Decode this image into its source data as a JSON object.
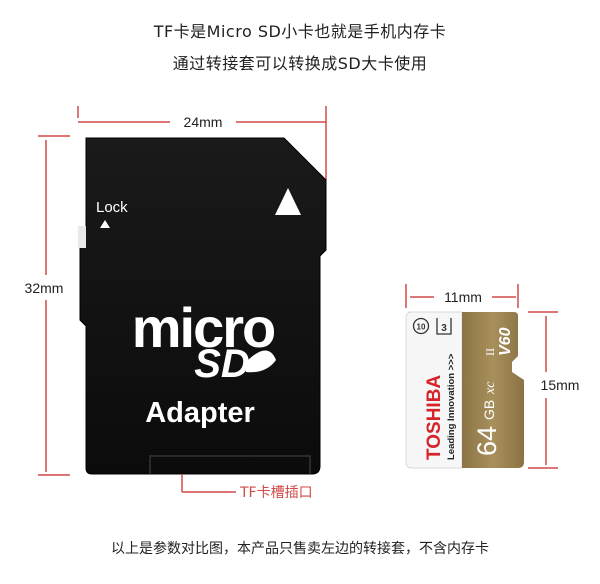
{
  "header": {
    "line1": "TF卡是Micro SD小卡也就是手机内存卡",
    "line2": "通过转接套可以转换成SD大卡使用"
  },
  "adapter": {
    "width_label": "24mm",
    "height_label": "32mm",
    "lock_label": "Lock",
    "logo_micro": "micro",
    "logo_sd": "SD",
    "adapter_label": "Adapter",
    "slot_label": "TF卡槽插口"
  },
  "microsd": {
    "width_label": "11mm",
    "height_label": "15mm",
    "brand": "TOSHIBA",
    "tagline": "Leading Innovation >>>",
    "capacity": "64",
    "unit": "GB",
    "class_badge": "10",
    "uhs_badge": "3",
    "video_class": "V60",
    "type": "xc",
    "bus": "II"
  },
  "footer": {
    "note": "以上是参数对比图，本产品只售卖左边的转接套，不含内存卡"
  },
  "colors": {
    "dimension_lines": "#d24a4a",
    "card_black": "#111111",
    "gold": "#9b8450",
    "toshiba_red": "#d6242a"
  }
}
